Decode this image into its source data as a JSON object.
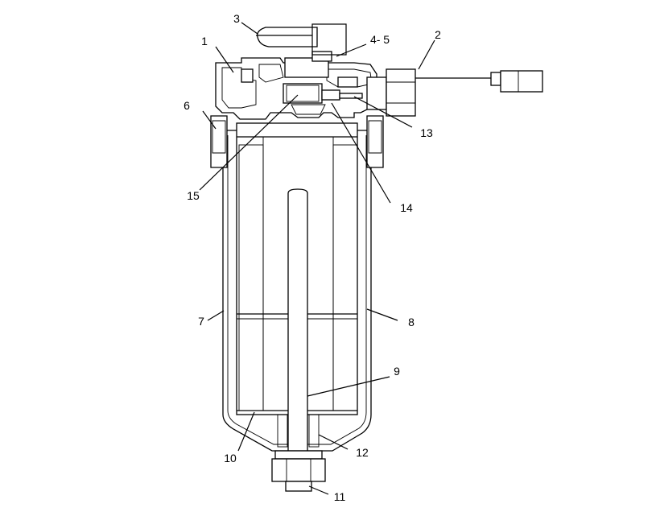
{
  "callouts": {
    "c1": "1",
    "c2": "2",
    "c3": "3",
    "c45": "4- 5",
    "c6": "6",
    "c7": "7",
    "c8": "8",
    "c9": "9",
    "c10": "10",
    "c11": "11",
    "c12": "12",
    "c13": "13",
    "c14": "14",
    "c15": "15"
  }
}
